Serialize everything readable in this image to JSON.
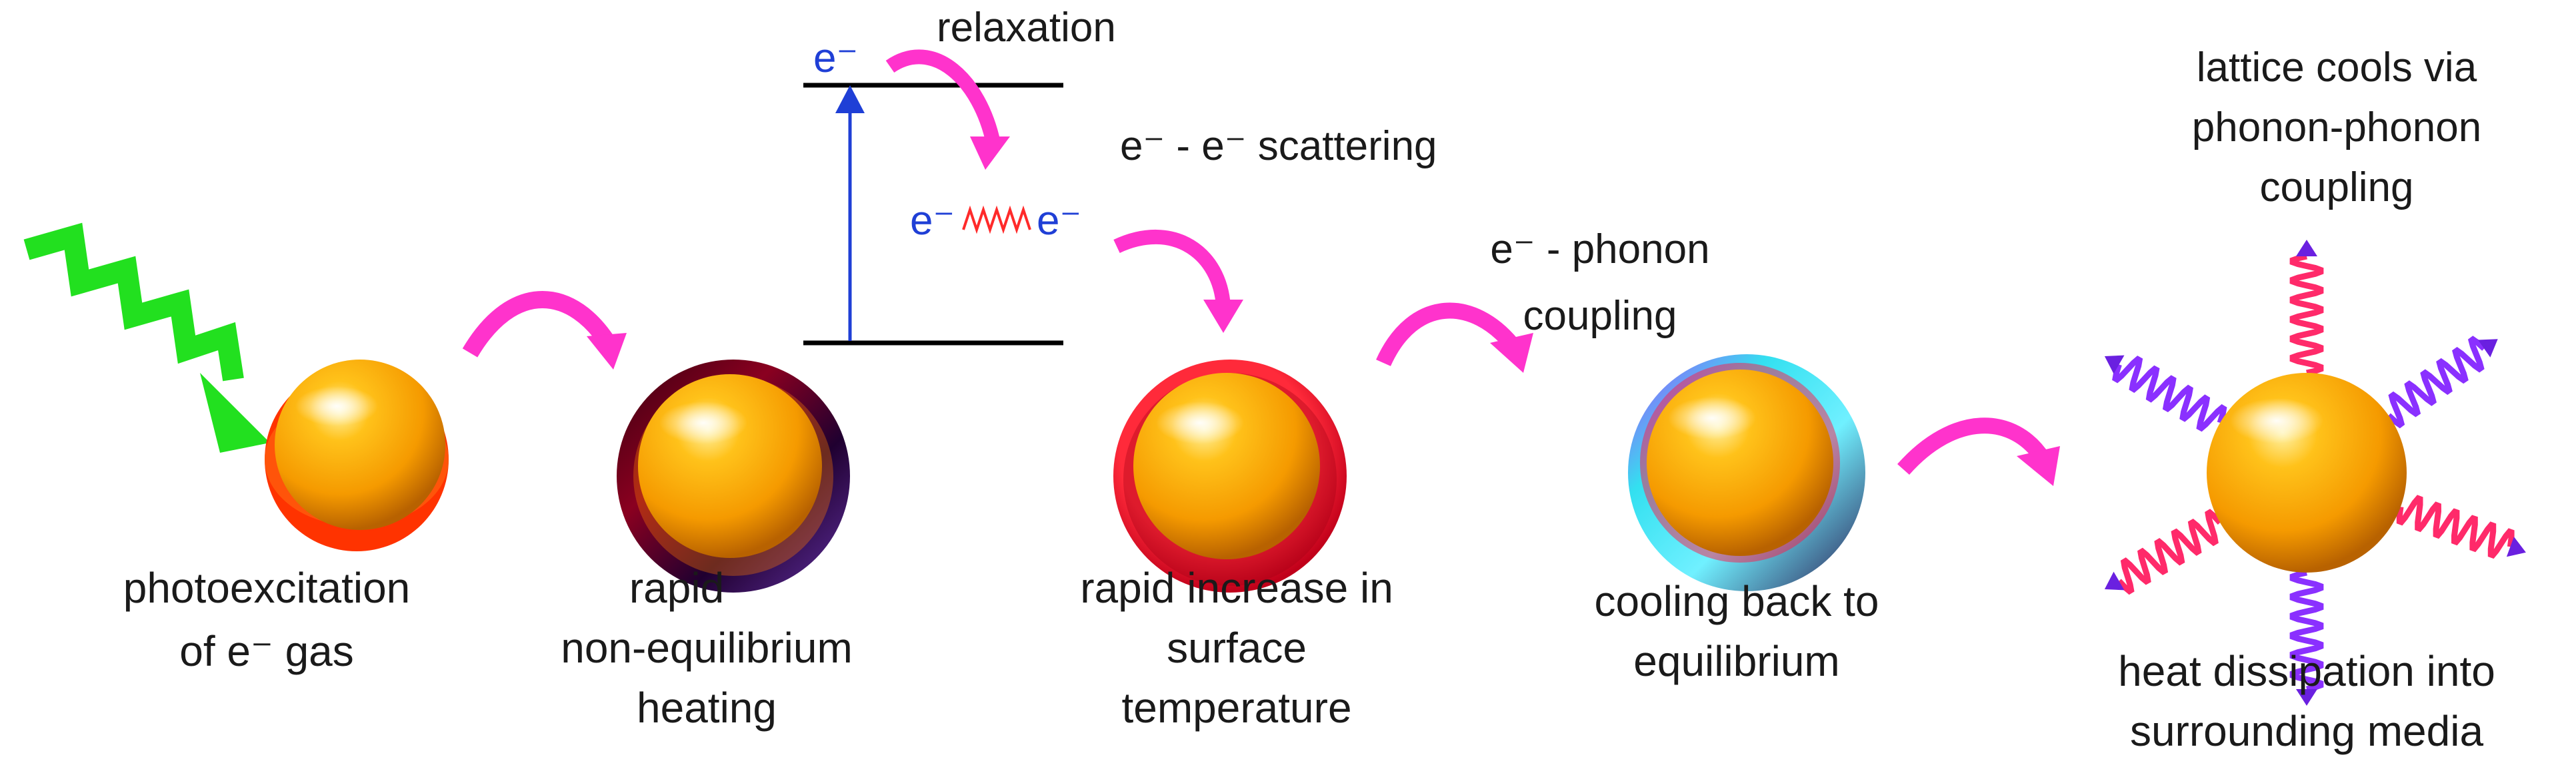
{
  "stages": [
    {
      "id": "photoexcitation",
      "lines": [
        "photoexcitation",
        "of e⁻ gas"
      ]
    },
    {
      "id": "nonequilibrium",
      "lines": [
        "rapid",
        "non-equilibrium",
        "heating"
      ]
    },
    {
      "id": "surface",
      "lines": [
        "rapid increase in",
        "surface",
        "temperature"
      ]
    },
    {
      "id": "cooling",
      "lines": [
        "cooling back to",
        "equilibrium"
      ]
    },
    {
      "id": "dissipation",
      "lines": [
        "heat dissipation into",
        "surrounding media"
      ]
    }
  ],
  "processes": {
    "relaxation": "relaxation",
    "electron_symbol": "e⁻",
    "ee_scattering": "e⁻ - e⁻ scattering",
    "e_phonon": [
      "e⁻ - phonon",
      "coupling"
    ],
    "lattice": [
      "lattice cools via",
      "phonon-phonon",
      "coupling"
    ]
  },
  "colors": {
    "photon": "#22e01f",
    "arrow": "#ff33cc",
    "electron": "#1f3fd6",
    "core": "#ffa500",
    "shell_hot": "#ff1a2e",
    "shell_cool": "#33e0f0"
  }
}
